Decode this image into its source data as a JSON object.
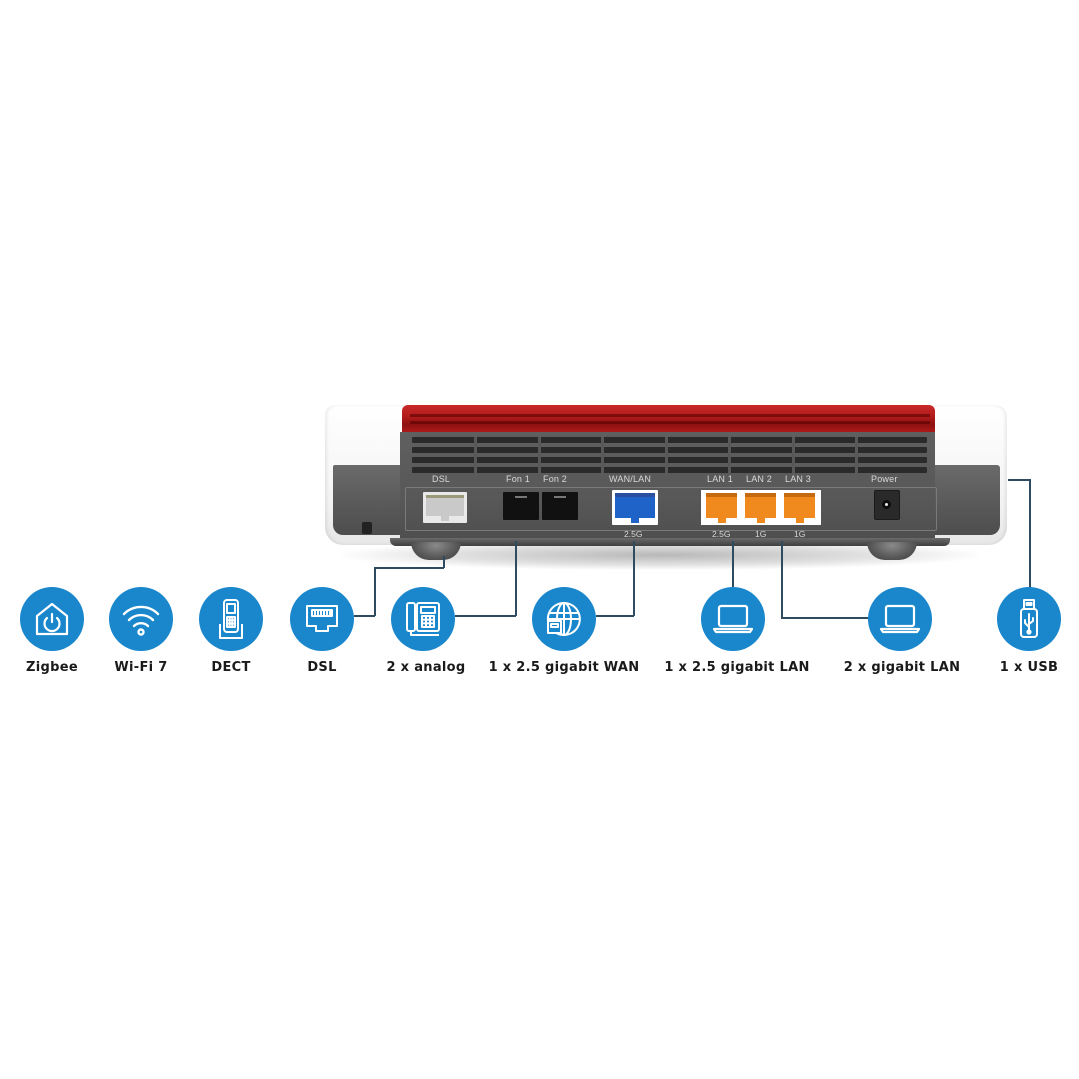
{
  "router": {
    "colors": {
      "red": "#b31b1b",
      "panel": "#585858",
      "white": "#f5f5f5"
    },
    "ports": [
      {
        "id": "dsl",
        "label": "DSL",
        "type": "rj45",
        "color": "#d4d4d4",
        "speed": ""
      },
      {
        "id": "fon1",
        "label": "Fon 1",
        "type": "rj11",
        "color": "#1b1b1b",
        "speed": ""
      },
      {
        "id": "fon2",
        "label": "Fon 2",
        "type": "rj11",
        "color": "#1b1b1b",
        "speed": ""
      },
      {
        "id": "wan",
        "label": "WAN/LAN",
        "type": "rj45",
        "color": "#1f63c8",
        "speed": "2.5G"
      },
      {
        "id": "lan1",
        "label": "LAN 1",
        "type": "rj45",
        "color": "#f08a1e",
        "speed": "2.5G"
      },
      {
        "id": "lan2",
        "label": "LAN 2",
        "type": "rj45",
        "color": "#f08a1e",
        "speed": "1G"
      },
      {
        "id": "lan3",
        "label": "LAN 3",
        "type": "rj45",
        "color": "#f08a1e",
        "speed": "1G"
      },
      {
        "id": "power",
        "label": "Power",
        "type": "dc-jack",
        "color": "#2a2a2a",
        "speed": ""
      }
    ]
  },
  "features": {
    "accent_color": "#1a87cc",
    "items": [
      {
        "icon": "zigbee-smart-home-icon",
        "label": "Zigbee"
      },
      {
        "icon": "wifi-icon",
        "label": "Wi-Fi 7"
      },
      {
        "icon": "dect-handset-icon",
        "label": "DECT"
      },
      {
        "icon": "dsl-port-icon",
        "label": "DSL"
      },
      {
        "icon": "analog-phone-icon",
        "label": "2 x analog"
      },
      {
        "icon": "globe-wan-icon",
        "label": "1 x 2.5 gigabit WAN"
      },
      {
        "icon": "laptop-icon",
        "label": "1 x 2.5 gigabit LAN"
      },
      {
        "icon": "laptop-icon",
        "label": "2 x gigabit LAN"
      },
      {
        "icon": "usb-stick-icon",
        "label": "1 x USB"
      }
    ]
  }
}
